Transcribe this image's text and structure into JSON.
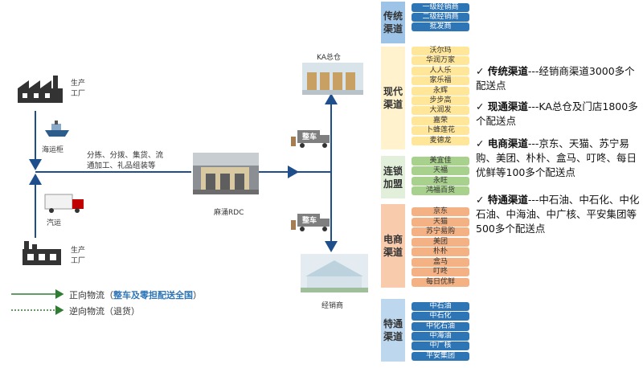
{
  "factory_top_label": "生产\n工厂",
  "factory_bottom_label": "生产\n工厂",
  "sea_label": "海运柜",
  "truck_label": "汽运",
  "process_label": "分拣、分拨、集货、流\n通加工、礼品组装等",
  "rdc_label": "麻涌RDC",
  "ka_label": "KA总仓",
  "truck_badge_1": "整车",
  "truck_badge_2": "整车",
  "distributor_label": "经销商",
  "legend": {
    "forward_prefix": "正向物流（",
    "forward_highlight": "整车及零担配送全国",
    "forward_suffix": "）",
    "reverse": "逆向物流（退货）"
  },
  "channels": [
    {
      "name": "传统\n渠道",
      "color": "#9dc3e6",
      "item_color": "#2e75b6",
      "item_text": "#ffffff",
      "items": [
        "一级经销商",
        "二级经销商",
        "批发商"
      ]
    },
    {
      "name": "现代\n渠道",
      "color": "#fff2cc",
      "item_color": "#ffe699",
      "item_text": "#333333",
      "items": [
        "沃尔玛",
        "华润万家",
        "人人乐",
        "家乐福",
        "永辉",
        "步步高",
        "大润发",
        "嘉荣",
        "卜蜂莲花",
        "麦德龙"
      ]
    },
    {
      "name": "连锁\n加盟",
      "color": "#e2efda",
      "item_color": "#a9d18e",
      "item_text": "#333333",
      "items": [
        "美宜佳",
        "天福",
        "永旺",
        "鸿福百货"
      ]
    },
    {
      "name": "电商\n渠道",
      "color": "#f8cbad",
      "item_color": "#f4b183",
      "item_text": "#333333",
      "items": [
        "京东",
        "天猫",
        "苏宁易购",
        "美团",
        "朴朴",
        "盒马",
        "叮咚",
        "每日优鲜"
      ]
    },
    {
      "name": "特通\n渠道",
      "color": "#bdd7ee",
      "item_color": "#2e75b6",
      "item_text": "#ffffff",
      "items": [
        "中石油",
        "中石化",
        "中化石油",
        "中海油",
        "中广核",
        "平安集团"
      ]
    }
  ],
  "bullets": [
    {
      "title": "传统渠道",
      "text": "---经销商渠道3000多个配送点"
    },
    {
      "title": "现通渠道",
      "text": "---KA总仓及门店1800多个配送点"
    },
    {
      "title": "电商渠道",
      "text": "---京东、天猫、苏宁易购、美团、朴朴、盒马、叮咚、每日优鲜等100多个配送点"
    },
    {
      "title": "特通渠道",
      "text": "---中石油、中石化、中化石油、中海油、中广核、平安集团等500多个配送点"
    }
  ],
  "check_mark": "✓"
}
